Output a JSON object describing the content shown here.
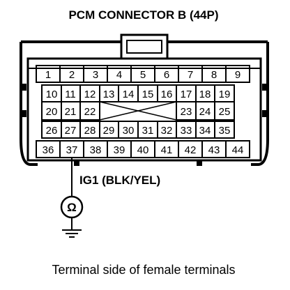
{
  "title": "PCM CONNECTOR B (44P)",
  "wire_label": "IG1 (BLK/YEL)",
  "meter_symbol": "Ω",
  "meter_icon": "ohmmeter-icon",
  "ground_icon": "ground-icon",
  "caption": "Terminal side of female terminals",
  "rows": [
    [
      "1",
      "2",
      "3",
      "4",
      "5",
      "6",
      "7",
      "8",
      "9"
    ],
    [
      "10",
      "11",
      "12",
      "13",
      "14",
      "15",
      "16",
      "17",
      "18",
      "19"
    ],
    [
      "20",
      "21",
      "22",
      "23",
      "24",
      "25"
    ],
    [
      "26",
      "27",
      "28",
      "29",
      "30",
      "31",
      "32",
      "33",
      "34",
      "35"
    ],
    [
      "36",
      "37",
      "38",
      "39",
      "40",
      "41",
      "42",
      "43",
      "44"
    ]
  ],
  "probe_terminal": "37"
}
